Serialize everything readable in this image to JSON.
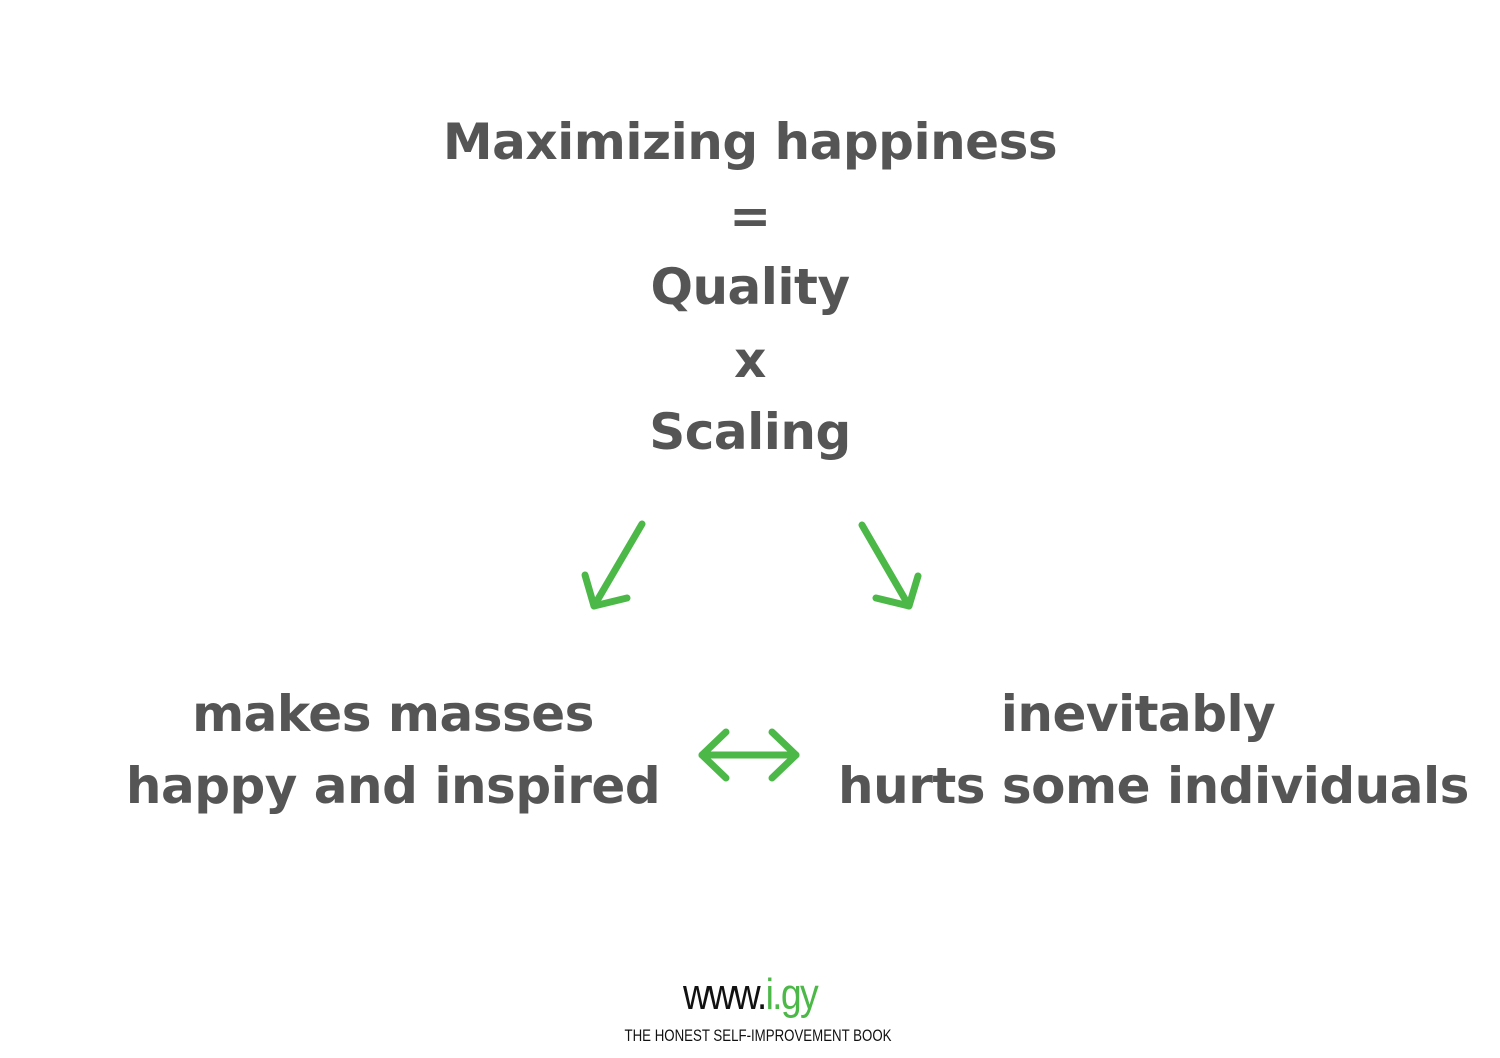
{
  "formula": {
    "line1": "Maximizing happiness",
    "equals": "=",
    "line2": "Quality",
    "times": "x",
    "line3": "Scaling"
  },
  "left_outcome": {
    "line1": "makes masses",
    "line2": "happy and inspired"
  },
  "right_outcome": {
    "line1": "inevitably",
    "line2": "hurts some individuals"
  },
  "footer": {
    "url_prefix": "www.",
    "url_domain": "i.gy",
    "tagline": "THE HONEST SELF-IMPROVEMENT BOOK"
  },
  "colors": {
    "text": "#555555",
    "accent": "#4cb848"
  }
}
